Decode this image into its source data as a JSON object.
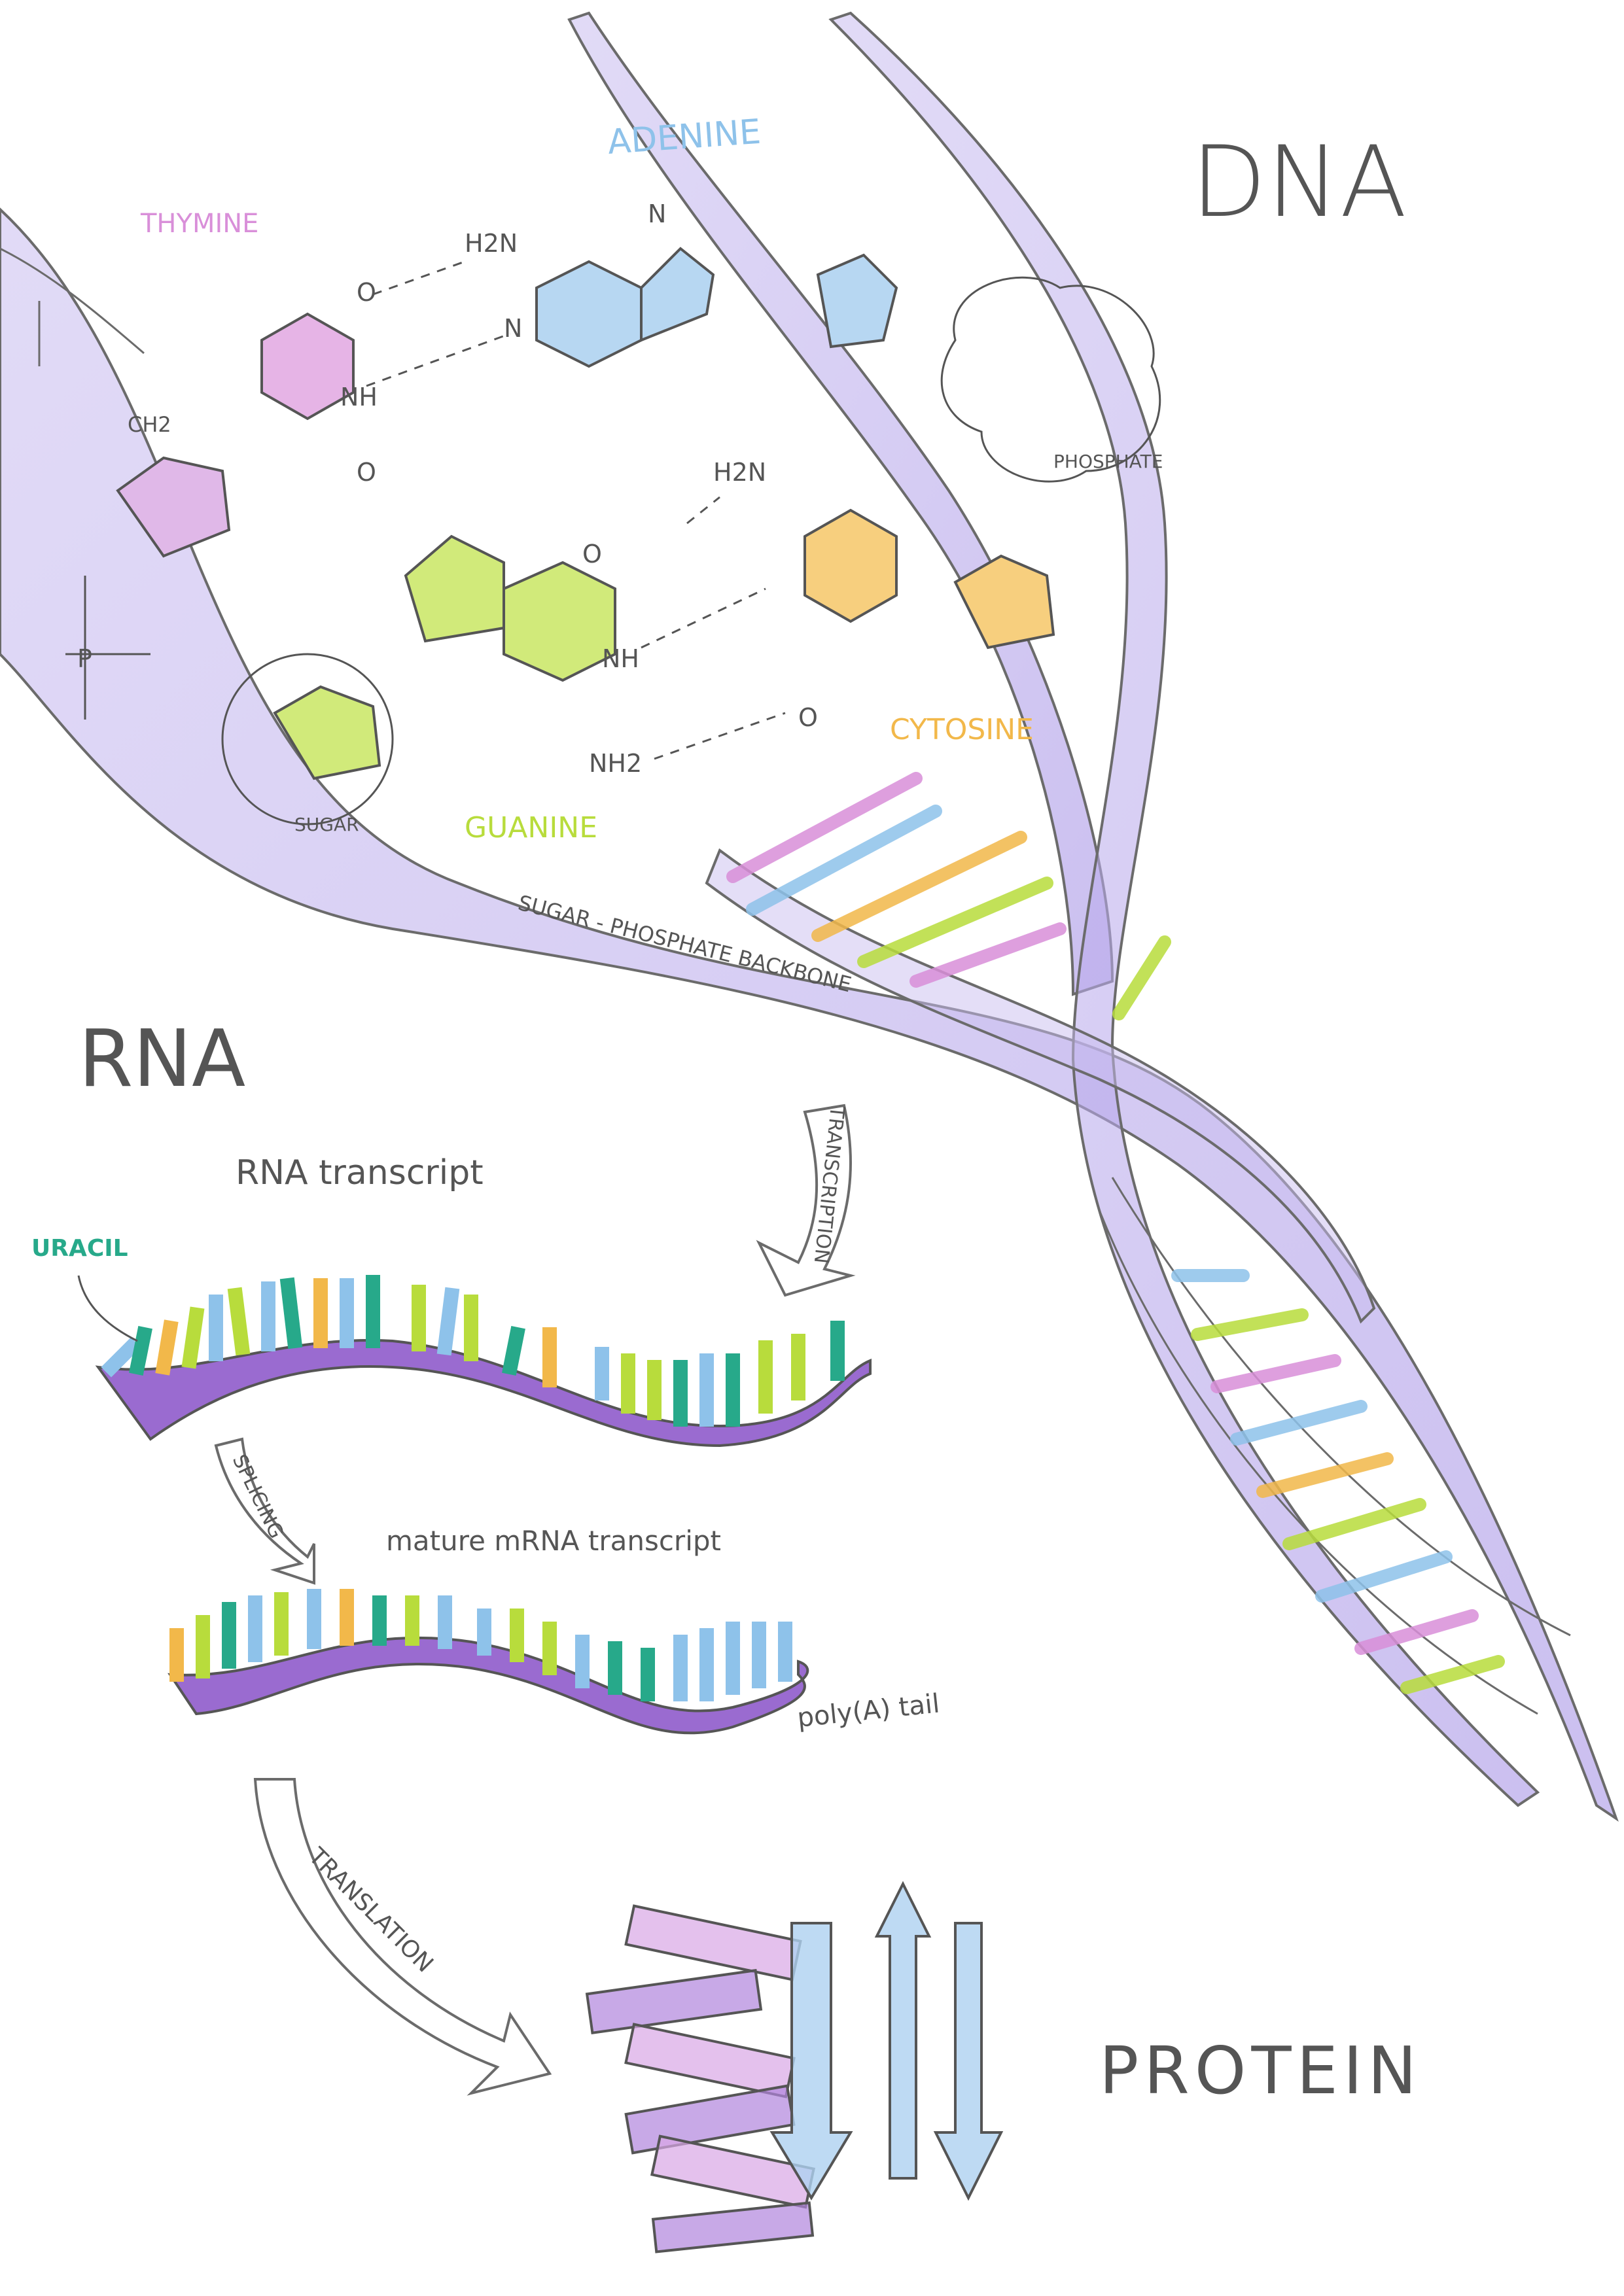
{
  "headings": {
    "dna": "DNA",
    "rna": "RNA",
    "protein": "PROTEIN"
  },
  "bases": {
    "thymine": "THYMINE",
    "adenine": "ADENINE",
    "guanine": "GUANINE",
    "cytosine": "CYTOSINE",
    "uracil": "URACIL"
  },
  "labels": {
    "sugar": "SUGAR",
    "phosphate": "PHOSPHATE",
    "backbone": "SUGAR - PHOSPHATE BACKBONE",
    "rna_transcript": "RNA transcript",
    "mature_mrna": "mature mRNA transcript",
    "poly_a_tail": "poly(A) tail"
  },
  "arrows": {
    "transcription": "TRANSCRIPTION",
    "splicing": "SPLICING",
    "translation": "TRANSLATION"
  },
  "chem": {
    "n": "N",
    "o": "O",
    "nh": "NH",
    "h2n": "H2N",
    "nh2": "NH2",
    "ch2": "CH2",
    "p": "P"
  },
  "colors": {
    "thymine": "#d98fd9",
    "adenine": "#8ec2ea",
    "guanine": "#b8dc3c",
    "cytosine": "#f2b84a",
    "uracil": "#27a98a",
    "backbone": "#a48ee0",
    "strand": "#8e5fc8",
    "pencil": "#6b6b6b"
  }
}
